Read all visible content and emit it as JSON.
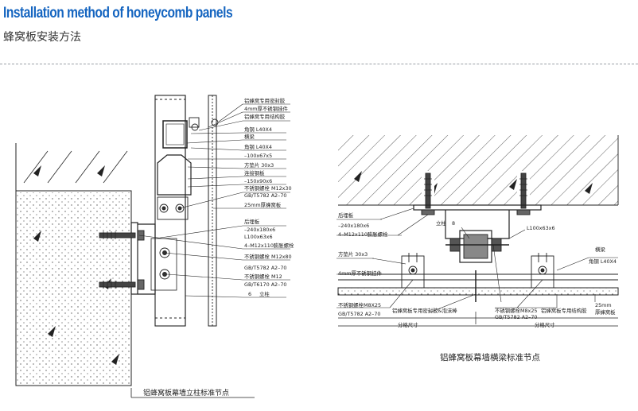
{
  "header": {
    "title_en": "Installation method of  honeycomb panels",
    "title_zh": "蜂窝板安装方法",
    "title_color": "#1565c0"
  },
  "left_diagram": {
    "caption": "铝蜂窝板幕墙立柱标准节点",
    "labels": [
      "铝蜂窝专用密封胶",
      "4mm厚不锈钢挂件",
      "铝蜂窝专用结构胶",
      "角钢 L40X4",
      "横梁",
      "角钢 L40X4",
      "–100x67x5",
      "方垫片 30x3",
      "连接钢板",
      "–150x90x6",
      "不锈钢螺栓  M12x30",
      "GB/T5782  A2–70",
      "25mm厚蜂窝板",
      "后埋板",
      "–240x180x6",
      "L100x63x6",
      "4–M12x110膨胀螺栓",
      "不锈钢螺栓  M12x80",
      "GB/T5782  A2–70",
      "不锈钢螺栓  M12",
      "GB/T6170  A2–70",
      "立柱"
    ],
    "column_label": "6"
  },
  "right_diagram": {
    "caption": "铝蜂窝板幕墙横梁标准节点",
    "labels": {
      "embed_plate": "后埋板",
      "embed_size": "–240x180x6",
      "anchor": "4–M12x110膨胀螺栓",
      "post": "立柱",
      "post_size": "8",
      "angle_big": "L100x63x6",
      "beam": "横梁",
      "angle": "角钢  L40X4",
      "washer": "方垫片 30x3",
      "hanger": "4mm厚不锈钢挂件",
      "bolt_left": "不锈钢螺栓M8X25",
      "bolt_left_std": "GB/T5782  A2–70",
      "sealant": "铝蜂窝板专用密封胶&泡沫棒",
      "bolt_right": "不锈钢螺栓M8x25",
      "bolt_right_std": "GB/T5782  A2–70",
      "structural_glue": "铝蜂窝板专用结构胶",
      "panel_thickness": "25mm",
      "panel_name": "厚蜂窝板",
      "grid_left": "分格尺寸",
      "grid_right": "分格尺寸"
    }
  }
}
